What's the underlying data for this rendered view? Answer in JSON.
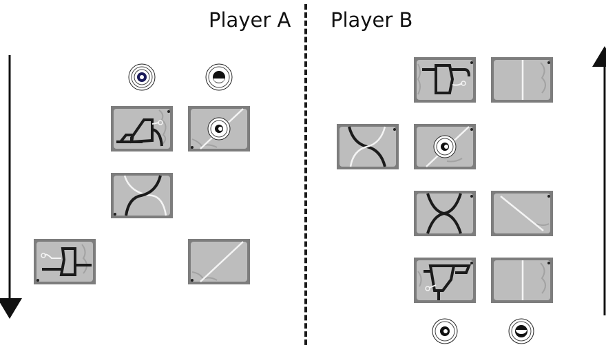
{
  "players": {
    "a": {
      "label": "Player A",
      "arrow_direction": "down"
    },
    "b": {
      "label": "Player B",
      "arrow_direction": "up"
    }
  },
  "colors": {
    "tile_border": "#7d7d7d",
    "tile_face": "#bdbdbd",
    "tile_scribble": "#a2a2a2",
    "ink": "#1b1b1b",
    "circuit_white": "#f4f4f4"
  },
  "tiles": {
    "player_a": [
      {
        "kind": "token",
        "glyph": "coin-front"
      },
      {
        "kind": "token",
        "glyph": "coin-back"
      },
      {
        "kind": "card",
        "glyph": "gate-with-probe"
      },
      {
        "kind": "card",
        "glyph": "diagonal-with-coin"
      },
      {
        "kind": "card",
        "glyph": "crossing-curves"
      },
      {
        "kind": "card",
        "glyph": "gate-left"
      },
      {
        "kind": "card",
        "glyph": "diagonal-line"
      }
    ],
    "player_b": [
      {
        "kind": "card",
        "glyph": "gate-right"
      },
      {
        "kind": "card",
        "glyph": "vertical-line"
      },
      {
        "kind": "card",
        "glyph": "crossing-curves"
      },
      {
        "kind": "card",
        "glyph": "diagonal-with-coin"
      },
      {
        "kind": "card",
        "glyph": "crossing-curves-dark"
      },
      {
        "kind": "card",
        "glyph": "diagonal-line"
      },
      {
        "kind": "card",
        "glyph": "gate-down"
      },
      {
        "kind": "card",
        "glyph": "vertical-line"
      },
      {
        "kind": "token",
        "glyph": "coin-front"
      },
      {
        "kind": "token",
        "glyph": "coin-back"
      }
    ]
  }
}
